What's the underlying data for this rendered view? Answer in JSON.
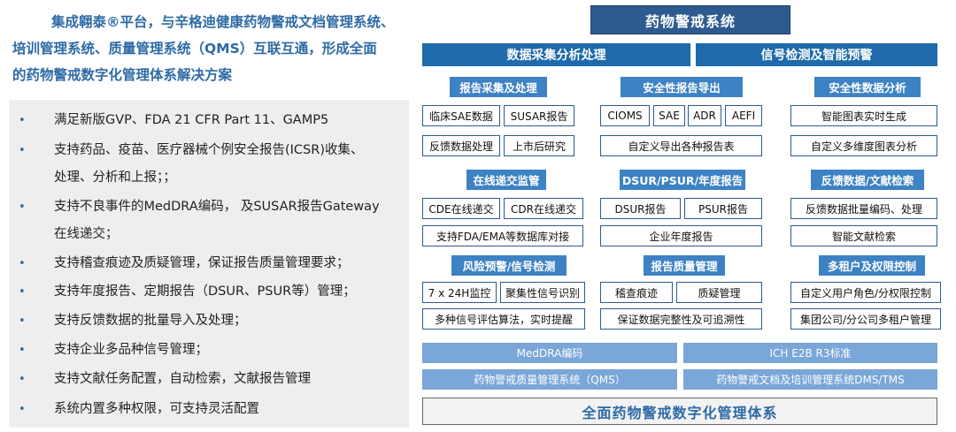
{
  "intro": {
    "line1": "集成翱泰®平台，与辛格迪健康药物警戒文档管理系统、",
    "line2": "培训管理系统、质量管理系统（QMS）互联互通，形成全面",
    "line3": "的药物警戒数字化管理体系解决方案"
  },
  "features": [
    "满足新版GVP、FDA 21 CFR Part 11、GAMP5",
    "支持药品、疫苗、医疗器械个例安全报告(ICSR)收集、",
    "处理、分析和上报；；",
    "支持不良事件的MedDRA编码， 及SUSAR报告Gateway",
    "在线递交；",
    "支持稽查痕迹及质疑管理，保证报告质量管理要求；",
    "支持年度报告、定期报告（DSUR、PSUR等）管理；",
    "支持反馈数据的批量导入及处理；",
    "支持企业多品种信号管理；",
    "支持文献任务配置，自动检索，文献报告管理",
    "系统内置多种权限，可支持灵活配置"
  ],
  "bullet_symbol": "•",
  "diagram": {
    "title": "药物警戒系统",
    "bands": [
      "数据采集分析处理",
      "信号检测及智能预警"
    ],
    "categories": [
      "报告采集及处理",
      "安全性报告导出",
      "安全性数据分析",
      "在线递交监管",
      "DSUR/PSUR/年度报告",
      "反馈数据/文献检索",
      "风险预警/信号检测",
      "报告质量管理",
      "多租户及权限控制"
    ],
    "boxes": [
      "临床SAE数据",
      "SUSAR报告",
      "反馈数据处理",
      "上市后研究",
      "CIOMS",
      "SAE",
      "ADR",
      "AEFI",
      "自定义导出各种报告表",
      "智能图表实时生成",
      "自定义多维度图表分析",
      "CDE在线递交",
      "CDR在线递交",
      "支持FDA/EMA等数据库对接",
      "DSUR报告",
      "PSUR报告",
      "企业年度报告",
      "反馈数据批量编码、处理",
      "智能文献检索",
      "7 x 24H监控",
      "聚集性信号识别",
      "多种信号评估算法，实时提醒",
      "稽查痕迹",
      "质疑管理",
      "保证数据完整性及可追溯性",
      "自定义用户角色/分权限控制",
      "集团公司/分公司多租户管理"
    ],
    "bars": [
      "MedDRA编码",
      "ICH E2B R3标准",
      "药物警戒质量管理系统（QMS）",
      "药物警戒文档及培训管理系统DMS/TMS"
    ],
    "footer": "全面药物警戒数字化管理体系"
  },
  "colors": {
    "intro_text": "#2e6aa5",
    "title_box": "#2e5b8f",
    "band": "#1e6aab",
    "category": "#3d82c4",
    "bar": "#7aa6d8",
    "footer_text": "#2e6aa5"
  }
}
